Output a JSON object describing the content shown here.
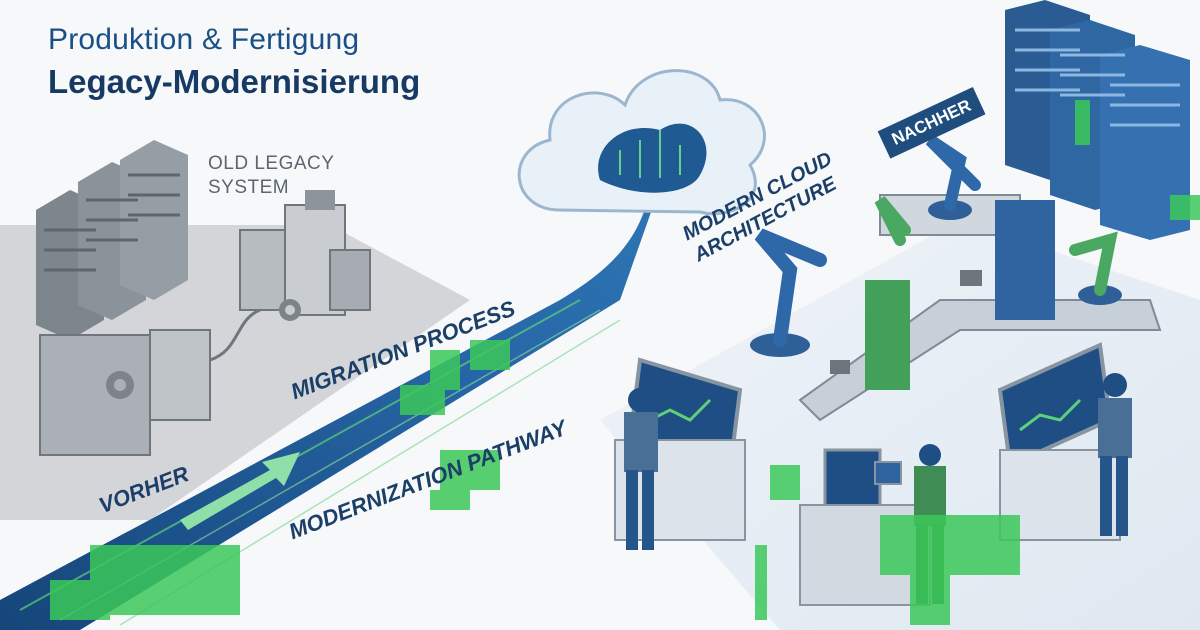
{
  "header": {
    "subtitle": "Produktion & Fertigung",
    "title": "Legacy-Modernisierung"
  },
  "labels": {
    "legacy_system": "OLD LEGACY\nSYSTEM",
    "migration_process": "MIGRATION PROCESS",
    "modernization_pathway": "MODERNIZATION PATHWAY",
    "before": "VORHER",
    "cloud": "MODERN CLOUD\nARCHITECTURE",
    "after": "NACHHER"
  },
  "colors": {
    "navy": "#163a63",
    "blue": "#1b4f86",
    "pathway": "#1e5a96",
    "accent_green": "#3cc85a",
    "legacy_gray": "#9aa1a8"
  },
  "icons": [
    "server-rack-icon",
    "industrial-machine-icon",
    "gear-icon",
    "cloud-icon",
    "robot-arm-icon",
    "conveyor-belt-icon",
    "monitor-icon",
    "worker-icon",
    "tablet-icon"
  ]
}
